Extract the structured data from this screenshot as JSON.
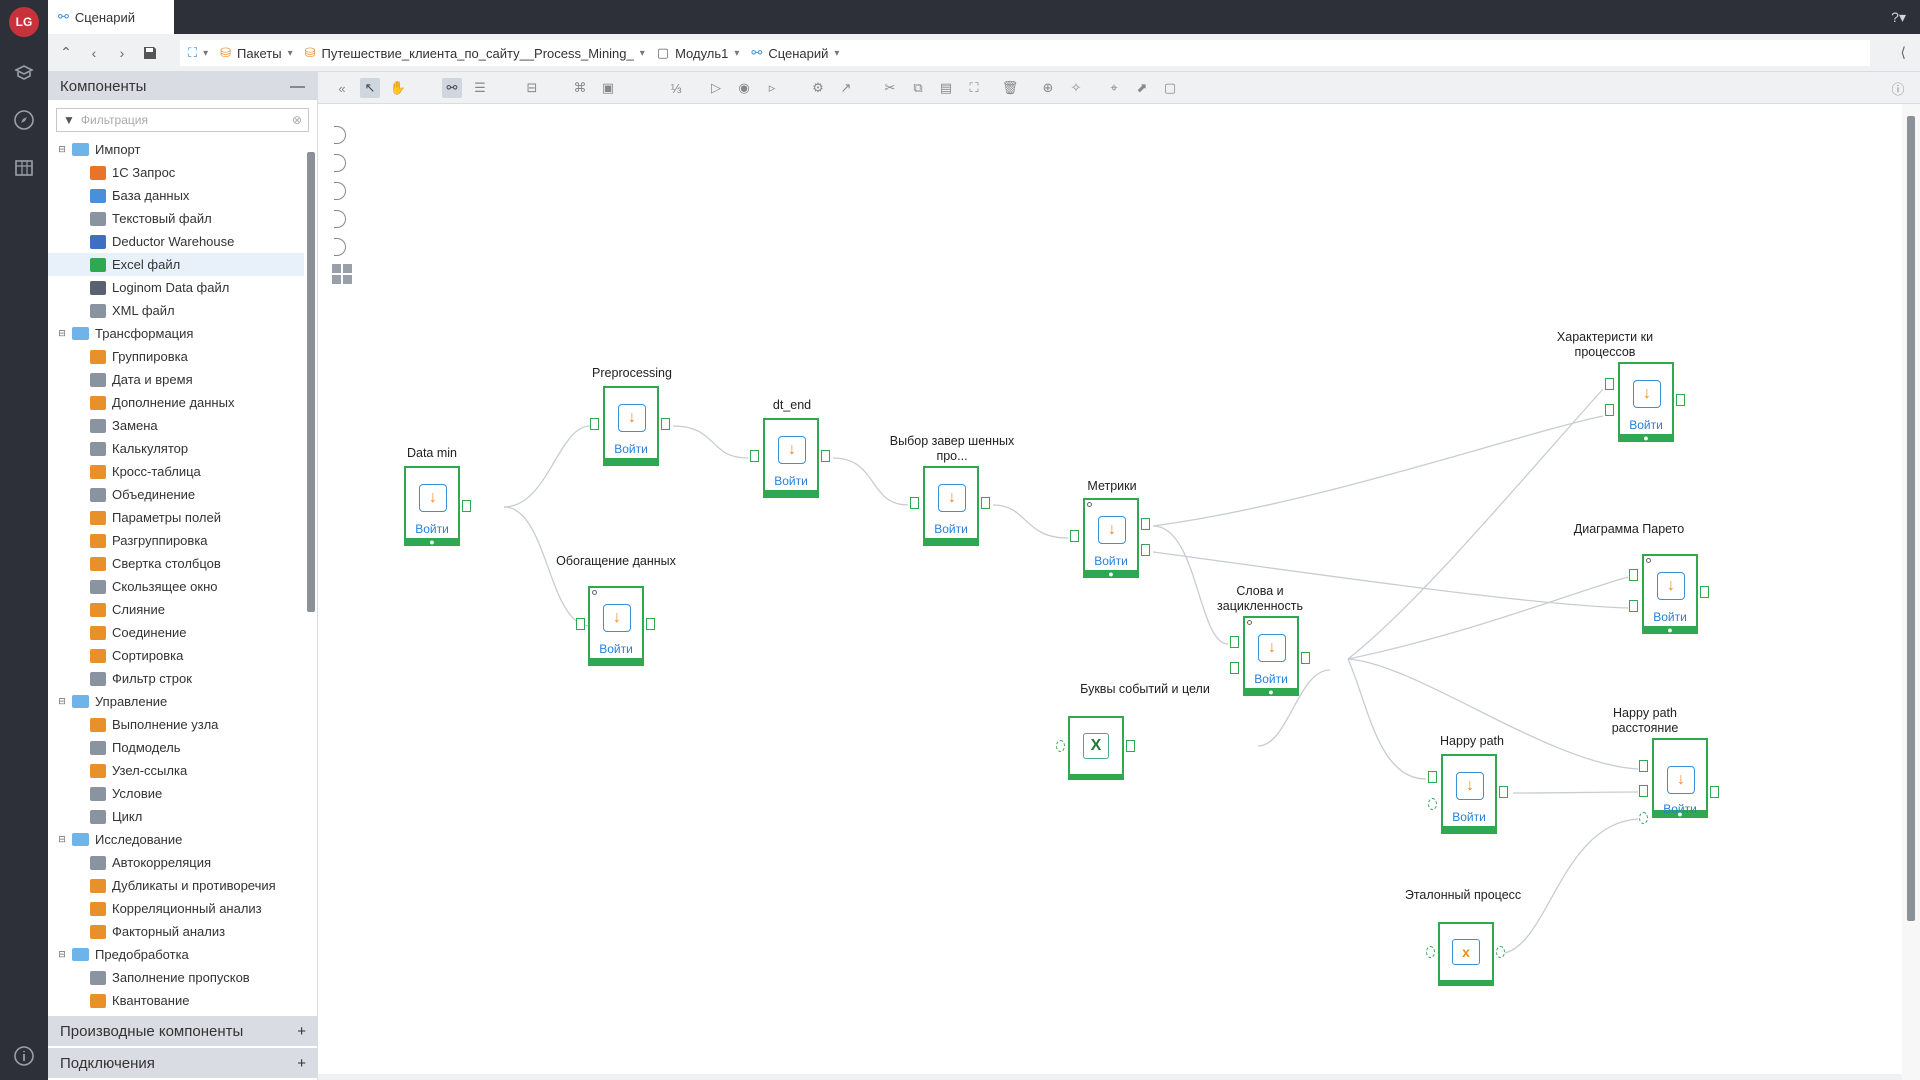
{
  "tab": {
    "title": "Сценарий"
  },
  "breadcrumbs": [
    {
      "label": "Пакеты"
    },
    {
      "label": "Путешествие_клиента_по_сайту__Process_Mining_"
    },
    {
      "label": "Модуль1"
    },
    {
      "label": "Сценарий"
    }
  ],
  "panel": {
    "title": "Компоненты",
    "filter_placeholder": "Фильтрация",
    "tree": [
      {
        "label": "Импорт",
        "group": true,
        "color": "#6fb4e8"
      },
      {
        "label": "1С Запрос",
        "color": "#e8742a"
      },
      {
        "label": "База данных",
        "color": "#4b8fd8"
      },
      {
        "label": "Текстовый файл",
        "color": "#8a93a0"
      },
      {
        "label": "Deductor Warehouse",
        "color": "#3d6fc2"
      },
      {
        "label": "Excel файл",
        "color": "#2fa84f"
      },
      {
        "label": "Loginom Data файл",
        "color": "#5a6170"
      },
      {
        "label": "XML файл",
        "color": "#8a93a0"
      },
      {
        "label": "Трансформация",
        "group": true,
        "color": "#6fb4e8"
      },
      {
        "label": "Группировка",
        "color": "#e8902a"
      },
      {
        "label": "Дата и время",
        "color": "#8a93a0"
      },
      {
        "label": "Дополнение данных",
        "color": "#e8902a"
      },
      {
        "label": "Замена",
        "color": "#8a93a0"
      },
      {
        "label": "Калькулятор",
        "color": "#8a93a0"
      },
      {
        "label": "Кросс-таблица",
        "color": "#e8902a"
      },
      {
        "label": "Объединение",
        "color": "#8a93a0"
      },
      {
        "label": "Параметры полей",
        "color": "#e8902a"
      },
      {
        "label": "Разгруппировка",
        "color": "#e8902a"
      },
      {
        "label": "Свертка столбцов",
        "color": "#e8902a"
      },
      {
        "label": "Скользящее окно",
        "color": "#8a93a0"
      },
      {
        "label": "Слияние",
        "color": "#e8902a"
      },
      {
        "label": "Соединение",
        "color": "#e8902a"
      },
      {
        "label": "Сортировка",
        "color": "#e8902a"
      },
      {
        "label": "Фильтр строк",
        "color": "#8a93a0"
      },
      {
        "label": "Управление",
        "group": true,
        "color": "#6fb4e8"
      },
      {
        "label": "Выполнение узла",
        "color": "#e8902a"
      },
      {
        "label": "Подмодель",
        "color": "#8a93a0"
      },
      {
        "label": "Узел-ссылка",
        "color": "#e8902a"
      },
      {
        "label": "Условие",
        "color": "#8a93a0"
      },
      {
        "label": "Цикл",
        "color": "#8a93a0"
      },
      {
        "label": "Исследование",
        "group": true,
        "color": "#6fb4e8"
      },
      {
        "label": "Автокорреляция",
        "color": "#8a93a0"
      },
      {
        "label": "Дубликаты и противоречия",
        "color": "#e8902a"
      },
      {
        "label": "Корреляционный анализ",
        "color": "#e8902a"
      },
      {
        "label": "Факторный анализ",
        "color": "#e8902a"
      },
      {
        "label": "Предобработка",
        "group": true,
        "color": "#6fb4e8"
      },
      {
        "label": "Заполнение пропусков",
        "color": "#8a93a0"
      },
      {
        "label": "Квантование",
        "color": "#e8902a"
      }
    ],
    "derived_title": "Производные компоненты",
    "connections_title": "Подключения"
  },
  "nodes": {
    "enter_label": "Войти",
    "data_min": "Data min",
    "preprocessing": "Preprocessing",
    "enrich": "Обогащение данных",
    "dt_end": "dt_end",
    "select_completed": "Выбор завер шенных про...",
    "metrics": "Метрики",
    "words_cycles": "Слова и зацикленность",
    "letters_events": "Буквы событий и цели",
    "proc_chars": "Характеристи ки процессов",
    "pareto": "Диаграмма Парето",
    "happy_path": "Happy path",
    "happy_dist": "Happy path расстояние",
    "reference": "Эталонный процесс"
  },
  "colors": {
    "node_border": "#2fa84f",
    "enter_text": "#2a7fd4",
    "rail_bg": "#2d3038"
  }
}
